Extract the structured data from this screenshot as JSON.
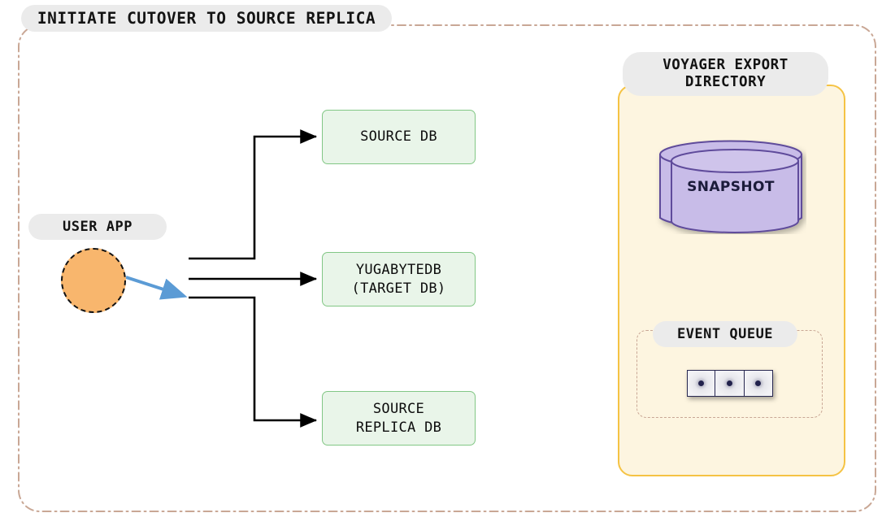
{
  "diagram": {
    "title": "INITIATE CUTOVER TO SOURCE REPLICA",
    "colors": {
      "outer_border": "#c9a795",
      "pill_bg": "#ebebeb",
      "green_box_fill": "#e9f5e9",
      "green_box_border": "#82c785",
      "user_circle_fill": "#f8b66d",
      "panel_fill": "#fdf5e0",
      "panel_border": "#f5c344",
      "cylinder_fill": "#c8bce8",
      "cylinder_stroke": "#5f4b9b",
      "blue_arrow": "#5b9bd5",
      "black_arrow": "#000000",
      "queue_cell_border": "#272750"
    }
  },
  "user_app": {
    "label": "USER APP"
  },
  "nodes": [
    {
      "id": "source-db",
      "label": "SOURCE DB"
    },
    {
      "id": "yugabytedb",
      "label": "YUGABYTEDB\n(TARGET DB)"
    },
    {
      "id": "source-replica-db",
      "label": "SOURCE\nREPLICA DB"
    }
  ],
  "voyager": {
    "label": "VOYAGER EXPORT\nDIRECTORY",
    "snapshot": {
      "label": "SNAPSHOT"
    },
    "event_queue": {
      "label": "EVENT QUEUE",
      "cells": [
        {
          "id": "event-1"
        },
        {
          "id": "event-2"
        },
        {
          "id": "event-3"
        }
      ]
    }
  },
  "connections": [
    {
      "from": "user-app",
      "to": "source-db",
      "style": "black-elbow"
    },
    {
      "from": "user-app",
      "to": "yugabytedb",
      "style": "black-straight"
    },
    {
      "from": "user-app",
      "to": "source-replica-db",
      "style": "black-elbow"
    },
    {
      "from": "user-app",
      "to": "target-junction",
      "style": "blue-active"
    }
  ]
}
